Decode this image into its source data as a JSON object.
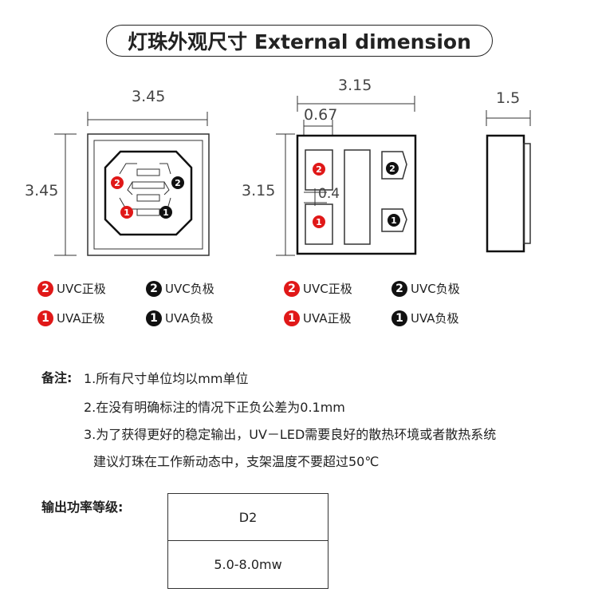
{
  "title": "灯珠外观尺寸 External dimension",
  "dimensions": {
    "left_width": "3.45",
    "left_height": "3.45",
    "mid_width": "3.15",
    "mid_height": "3.15",
    "mid_pad": "0.67",
    "mid_gap": "0.4",
    "right_thickness": "1.5"
  },
  "legend": {
    "left": [
      {
        "num": "2",
        "color": "red",
        "text": "UVC正极"
      },
      {
        "num": "2",
        "color": "black",
        "text": "UVC负极"
      },
      {
        "num": "1",
        "color": "red",
        "text": "UVA正极"
      },
      {
        "num": "1",
        "color": "black",
        "text": "UVA负极"
      }
    ],
    "right": [
      {
        "num": "2",
        "color": "red",
        "text": "UVC正极"
      },
      {
        "num": "2",
        "color": "black",
        "text": "UVC负极"
      },
      {
        "num": "1",
        "color": "red",
        "text": "UVA正极"
      },
      {
        "num": "1",
        "color": "black",
        "text": "UVA负极"
      }
    ]
  },
  "pin_labels": {
    "one": "1",
    "two": "2"
  },
  "notes": {
    "head": "备注:",
    "line1": "1.所有尺寸单位均以mm单位",
    "line2": "2.在没有明确标注的情况下正负公差为0.1mm",
    "line3": "3.为了获得更好的稳定输出，UV－LED需要良好的散热环境或者散热系统",
    "line4": "建议灯珠在工作新动态中，支架温度不要超过50℃"
  },
  "power": {
    "label": "输出功率等级:",
    "grade": "D2",
    "range": "5.0-8.0mw"
  },
  "colors": {
    "positive": "#e01818",
    "negative": "#111111"
  }
}
